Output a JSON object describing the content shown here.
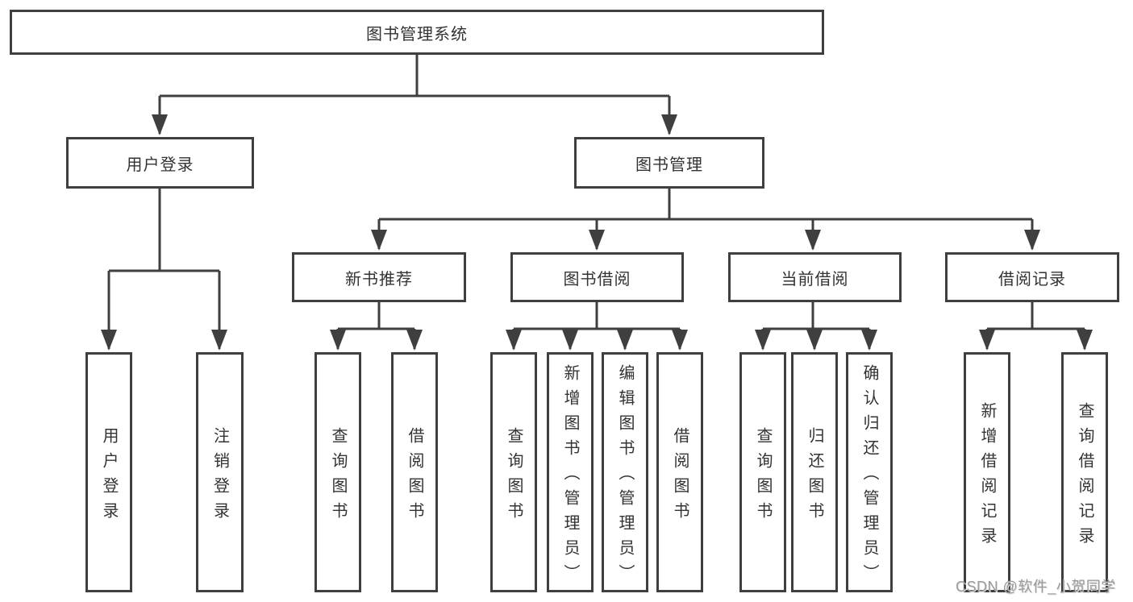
{
  "diagram": {
    "root": "图书管理系统",
    "level2": {
      "userLogin": "用户登录",
      "bookManagement": "图书管理"
    },
    "level3": {
      "newBookRecommend": "新书推荐",
      "bookBorrow": "图书借阅",
      "currentBorrow": "当前借阅",
      "borrowRecords": "借阅记录"
    },
    "leaves": {
      "userLogin": "用户登录",
      "logout": "注销登录",
      "queryBooks1": "查询图书",
      "borrowBooks1": "借阅图书",
      "queryBooks2": "查询图书",
      "addBooksAdmin": "新增图书（管理员）",
      "editBooksAdmin": "编辑图书（管理员）",
      "borrowBooks2": "借阅图书",
      "queryBooks3": "查询图书",
      "returnBooks": "归还图书",
      "confirmReturnAdmin": "确认归还（管理员）",
      "addBorrowRecord": "新增借阅记录",
      "queryBorrowRecord": "查询借阅记录"
    }
  },
  "watermark": "CSDN @软件_小贺同学",
  "colors": {
    "line": "#3f3f3f",
    "text": "#333333",
    "background": "#ffffff",
    "watermark": "#9b9b9b"
  }
}
